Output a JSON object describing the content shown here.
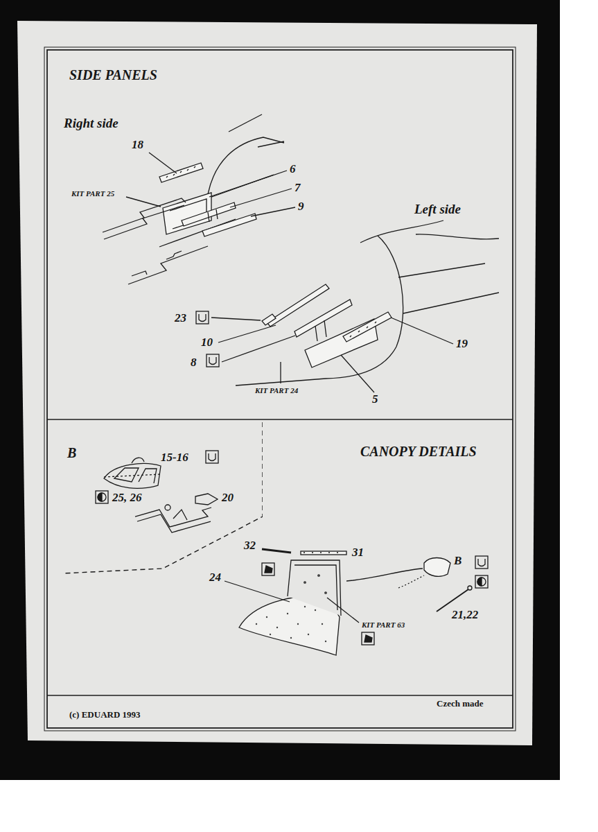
{
  "diagram": {
    "nodes": [
      {
        "text": [
          "SIDE PANELS"
        ]
      },
      {
        "text": [
          "CANOPY DETAILS"
        ]
      },
      {
        "text": [
          "B"
        ],
        "in": 1
      }
    ],
    "labels": [
      "Right side",
      "18",
      "6",
      "KIT PART 25",
      "7",
      "9",
      "Left side",
      "23",
      "10",
      "8",
      "19",
      "KIT PART 24",
      "5",
      "15-16",
      "25, 26",
      "20",
      "32",
      "31",
      "24",
      "B",
      "21,22",
      "KIT PART 63",
      "(c) EDUARD 1993",
      "Czech made"
    ]
  }
}
